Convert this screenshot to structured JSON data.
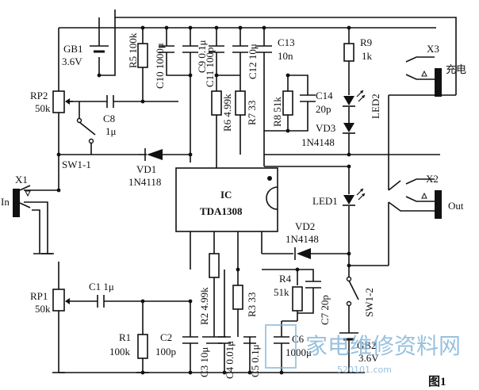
{
  "labels": {
    "gb1_name": "GB1",
    "gb1_value": "3.6V",
    "rp2_name": "RP2",
    "rp2_value": "50k",
    "c8_name": "C8",
    "c8_value": "1μ",
    "sw1_1": "SW1-1",
    "vd1_name": "VD1",
    "vd1_part": "1N4118",
    "x1_name": "X1",
    "x1_port": "In",
    "r5": "R5 100k",
    "c10": "C10 1000μ",
    "c9": "C9 0.1μ",
    "c11": "C11 100p",
    "c12": "C12 10μ",
    "c13_name": "C13",
    "c13_value": "10n",
    "r9_name": "R9",
    "r9_value": "1k",
    "x3_name": "X3",
    "x3_port": "充电",
    "led2": "LED2",
    "r6": "R6 4.99k",
    "r7": "R7 33",
    "r8": "R8 51k",
    "c14_name": "C14",
    "c14_value": "20p",
    "vd3_name": "VD3",
    "vd3_part": "1N4148",
    "ic_name": "IC",
    "ic_part": "TDA1308",
    "x2_name": "X2",
    "x2_port": "Out",
    "led1": "LED1",
    "vd2_name": "VD2",
    "vd2_part": "1N4148",
    "rp1_name": "RP1",
    "rp1_value": "50k",
    "c1": "C1 1μ",
    "r1_name": "R1",
    "r1_value": "100k",
    "c2_name": "C2",
    "c2_value": "100p",
    "r2": "R2 4.99k",
    "c3": "C3 10μ",
    "c4": "C4 0.01μ",
    "c5": "C5 0.1μ",
    "r3": "R3 33",
    "c6_name": "C6",
    "c6_value": "1000μ",
    "r4_name": "R4",
    "r4_value": "51k",
    "c7": "C7 20p",
    "sw1_2": "SW1-2",
    "gb2_name": "GB2",
    "gb2_value": "3.6V",
    "figure": "图1",
    "watermark": "家电维修资料网",
    "watermark_url": "520101.com"
  }
}
